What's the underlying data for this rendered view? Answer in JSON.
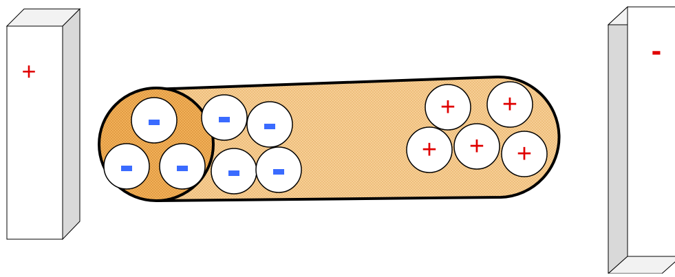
{
  "colors": {
    "tube_fill": "#f6cf96",
    "tube_end_fill": "#f2b25a",
    "outline": "#000000",
    "plate_front": "#ffffff",
    "plate_side": "#d9d9d9",
    "plate_top": "#f2f2f2",
    "positive": "#e00000",
    "negative": "#3a6bff",
    "ball_fill": "#ffffff"
  },
  "left_plate": {
    "sign": "+"
  },
  "right_plate": {
    "sign": "-"
  },
  "particles": {
    "negative_sign": "-",
    "positive_sign": "+",
    "negative_count": 7,
    "positive_count": 5
  },
  "icons": {
    "left_plate": "positive-electrode-plate",
    "right_plate": "negative-electrode-plate",
    "tube": "capsule-tube",
    "particle": "charged-particle-circle"
  }
}
